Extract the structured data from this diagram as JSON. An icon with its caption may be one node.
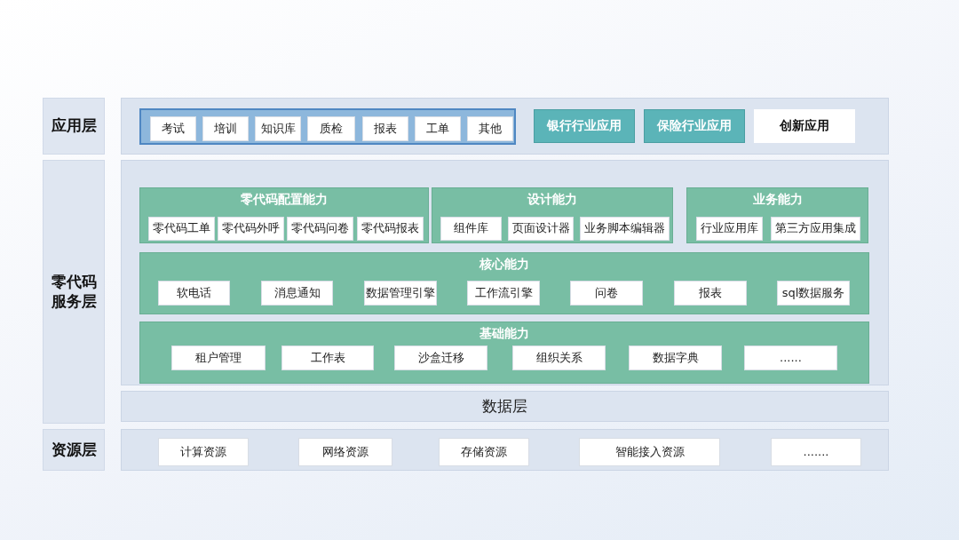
{
  "diagram": {
    "nodes": [
      {
        "text": [
          "应用层"
        ]
      },
      {
        "text": [],
        "shape": "box"
      },
      {
        "text": [],
        "shape": "box",
        "in": 1
      },
      {
        "text": [
          "考试"
        ],
        "in": 2
      },
      {
        "text": [
          "培训"
        ],
        "in": 2
      },
      {
        "text": [
          "知识库"
        ],
        "in": 2
      },
      {
        "text": [
          "质检"
        ],
        "in": 2
      },
      {
        "text": [
          "报表"
        ],
        "in": 2
      },
      {
        "text": [
          "工单"
        ],
        "in": 2
      },
      {
        "text": [
          "其他"
        ],
        "in": 2
      },
      {
        "text": [
          "银行行业应用"
        ],
        "in": 1
      },
      {
        "text": [
          "保险行业应用"
        ],
        "in": 1
      },
      {
        "text": [
          "创新应用"
        ],
        "in": 1
      },
      {
        "text": [
          "零代码服务层"
        ]
      },
      {
        "text": [],
        "shape": "box"
      },
      {
        "text": [
          "零代码配置能力"
        ],
        "in": 14
      },
      {
        "text": [
          "零代码工单"
        ],
        "in": 15
      },
      {
        "text": [
          "零代码外呼"
        ],
        "in": 15
      },
      {
        "text": [
          "零代码问卷"
        ],
        "in": 15
      },
      {
        "text": [
          "零代码报表"
        ],
        "in": 15
      },
      {
        "text": [
          "设计能力"
        ],
        "in": 14
      },
      {
        "text": [
          "组件库"
        ],
        "in": 20
      },
      {
        "text": [
          "页面设计器"
        ],
        "in": 20
      },
      {
        "text": [
          "业务脚本编辑器"
        ],
        "in": 20
      },
      {
        "text": [
          "业务能力"
        ],
        "in": 14
      },
      {
        "text": [
          "行业应用库"
        ],
        "in": 24
      },
      {
        "text": [
          "第三方应用集成"
        ],
        "in": 24
      },
      {
        "text": [
          "核心能力"
        ],
        "in": 14
      },
      {
        "text": [
          "软电话"
        ],
        "in": 27
      },
      {
        "text": [
          "消息通知"
        ],
        "in": 27
      },
      {
        "text": [
          "数据管理引擎"
        ],
        "in": 27
      },
      {
        "text": [
          "工作流引擎"
        ],
        "in": 27
      },
      {
        "text": [
          "问卷"
        ],
        "in": 27
      },
      {
        "text": [
          "报表"
        ],
        "in": 27
      },
      {
        "text": [
          "sql数据服务"
        ],
        "in": 27
      },
      {
        "text": [
          "基础能力"
        ],
        "in": 14
      },
      {
        "text": [
          "租户管理"
        ],
        "in": 35
      },
      {
        "text": [
          "工作表"
        ],
        "in": 35
      },
      {
        "text": [
          "沙盒迁移"
        ],
        "in": 35
      },
      {
        "text": [
          "组织关系"
        ],
        "in": 35
      },
      {
        "text": [
          "数据字典"
        ],
        "in": 35
      },
      {
        "text": [
          "......"
        ],
        "in": 35
      },
      {
        "text": [
          "数据层"
        ]
      },
      {
        "text": [
          "资源层"
        ]
      },
      {
        "text": [],
        "shape": "box"
      },
      {
        "text": [
          "计算资源"
        ],
        "in": 44
      },
      {
        "text": [
          "网络资源"
        ],
        "in": 44
      },
      {
        "text": [
          "存储资源"
        ],
        "in": 44
      },
      {
        "text": [
          "智能接入资源"
        ],
        "in": 44
      },
      {
        "text": [
          "......."
        ],
        "in": 44
      }
    ]
  }
}
